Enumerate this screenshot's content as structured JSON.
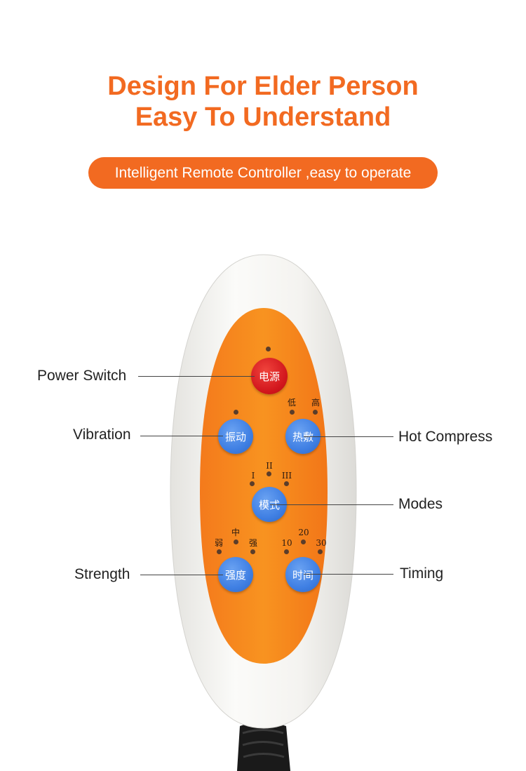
{
  "header": {
    "line1": "Design For Elder Person",
    "line2": "Easy To Understand",
    "pill_text": "Intelligent Remote Controller ,easy to operate"
  },
  "remote": {
    "power_button": "电源",
    "vibration_button": "振动",
    "hot_compress_button": "热敷",
    "mode_button": "模式",
    "strength_button": "强度",
    "timing_button": "时间",
    "heat_levels": [
      "低",
      "高"
    ],
    "mode_levels": [
      "I",
      "II",
      "III"
    ],
    "strength_levels": [
      "弱",
      "中",
      "强"
    ],
    "timer_levels": [
      "10",
      "20",
      "30"
    ]
  },
  "callouts": {
    "power": "Power Switch",
    "vibration": "Vibration",
    "hot_compress": "Hot Compress",
    "modes": "Modes",
    "strength": "Strength",
    "timing": "Timing"
  },
  "colors": {
    "accent_orange": "#f26a21",
    "button_blue": "#3f7fe3",
    "power_red": "#d2161d",
    "shell_white": "#f2f1ee",
    "cable_black": "#1a1a1a"
  }
}
